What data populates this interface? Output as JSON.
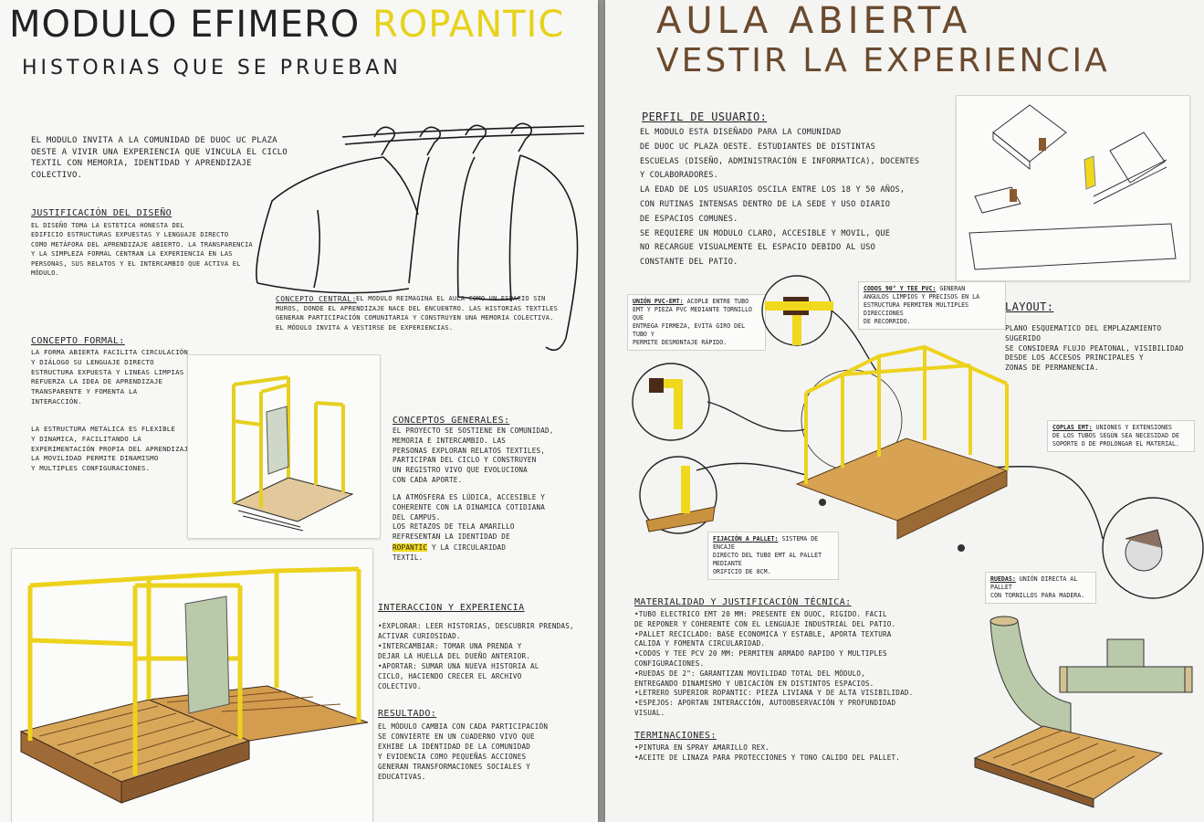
{
  "left": {
    "title_a": "MODULO EFIMERO",
    "title_b": "ROPANTIC",
    "subtitle": "HISTORIAS QUE SE PRUEBAN",
    "intro": "EL MODULO INVITA A LA COMUNIDAD DE DUOC UC PLAZA\nOESTE A VIVIR UNA EXPERIENCIA QUE VINCULA EL CICLO\nTEXTIL CON MEMORIA, IDENTIDAD Y APRENDIZAJE\nCOLECTIVO.",
    "justificacion": {
      "heading": "JUSTIFICACIÓN DEL DISEÑO",
      "text": "EL DISEÑO TOMA LA ESTETICA HONESTA DEL\nEDIFICIO ESTRUCTURAS EXPUESTAS Y LENGUAJE DIRECTO\nCOMO METÁFORA DEL APRENDIZAJE ABIERTO. LA TRANSPARENCIA\nY LA SIMPLEZA FORMAL CENTRAN LA EXPERIENCIA EN LAS\nPERSONAS, SUS RELATOS Y EL INTERCAMBIO QUE ACTIVA EL\nMÓDULO."
    },
    "concepto_central": {
      "heading": "CONCEPTO CENTRAL:",
      "text": "EL MODULO REIMAGINA EL AULA COMO UN ESPACIO SIN\nMUROS, DONDE EL APRENDIZAJE NACE DEL ENCUENTRO. LAS HISTORIAS TEXTILES\nGENERAN PARTICIPACIÓN COMUNITARIA Y CONSTRUYEN UNA MEMORIA COLECTIVA.\nEL MÓDULO INVITA A VESTIRSE DE EXPERIENCIAS."
    },
    "concepto_formal": {
      "heading": "CONCEPTO FORMAL:",
      "text": "LA FORMA ABIERTA FACILITA CIRCULACIÓN\nY DIÁLOGO SU LENGUAJE DIRECTO\nESTRUCTURA EXPUESTA Y LINEAS LIMPIAS\nREFUERZA LA IDEA DE APRENDIZAJE\nTRANSPARENTE Y FOMENTA LA\nINTERACCIÓN.",
      "text2": "LA ESTRUCTURA METALICA ES FLEXIBLE\nY DINAMICA, FACILITANDO LA\nEXPERIMENTACIÓN PROPIA DEL APRENDIZAJE\nLA MOVILIDAD PERMITE DINAMISMO\nY MULTIPLES CONFIGURACIONES."
    },
    "conceptos_generales": {
      "heading": "CONCEPTOS GENERALES:",
      "text": "EL PROYECTO SE SOSTIENE EN COMUNIDAD,\nMEMORIA E INTERCAMBIO. LAS\nPERSONAS EXPLORAN RELATOS TEXTILES,\nPARTICIPAN DEL CICLO Y CONSTRUYEN\nUN REGISTRO VIVO QUE EVOLUCIONA\nCON CADA APORTE.",
      "text2": "LA ATMÓSFERA ES LÚDICA, ACCESIBLE Y\nCOHERENTE CON LA DINAMICA COTIDIANA\nDEL CAMPUS.\nLOS RETAZOS DE TELA AMARILLO\nREFRESENTAN LA IDENTIDAD DE",
      "brand": "ROPANTIC",
      "text3": "Y LA CIRCULARIDAD\nTEXTIL."
    },
    "interaccion": {
      "heading": "INTERACCION Y EXPERIENCIA",
      "text": "•EXPLORAR: LEER HISTORIAS, DESCUBRIR PRENDAS,\n  ACTIVAR CURIOSIDAD.\n•INTERCAMBIAR: TOMAR UNA PRENDA Y\n  DEJAR LA HUELLA DEL DUEÑO ANTERIOR.\n•APORTAR: SUMAR UNA NUEVA HISTORIA AL\n  CICLO, HACIENDO CRECER EL ARCHIVO\n  COLECTIVO."
    },
    "resultado": {
      "heading": "RESULTADO:",
      "text": "EL MÓDULO CAMBIA CON CADA PARTICIPACIÓN\nSE CONVIERTE EN UN CUADERNO VIVO QUE\nEXHIBE LA IDENTIDAD DE LA COMUNIDAD\nY EVIDENCIA COMO PEQUEÑAS ACCIONES\nGENERAN TRANSFORMACIONES SOCIALES Y\nEDUCATIVAS."
    }
  },
  "right": {
    "title_a": "AULA ABIERTA",
    "title_b": "VESTIR LA EXPERIENCIA",
    "perfil": {
      "heading": "PERFIL DE USUARIO:",
      "text": "EL MODULO ESTA DISEÑADO PARA LA COMUNIDAD\nDE DUOC UC PLAZA OESTE. ESTUDIANTES DE DISTINTAS\nESCUELAS (DISEÑO, ADMINISTRACIÓN E INFORMATICA), DOCENTES\nY COLABORADORES.\nLA EDAD DE LOS USUARIOS OSCILA ENTRE LOS 18 Y 50 AÑOS,\nCON RUTINAS INTENSAS DENTRO DE LA SEDE Y USO DIARIO\nDE ESPACIOS COMUNES.\nSE REQUIERE UN MODULO CLARO, ACCESIBLE Y MOVIL, QUE\nNO RECARGUE VISUALMENTE EL ESPACIO DEBIDO AL USO\nCONSTANTE DEL PATIO."
    },
    "layout": {
      "heading": "LAYOUT:",
      "text": "PLANO ESQUEMATICO DEL EMPLAZAMIENTO\nSUGERIDO\nSE CONSIDERA FLUJO PEATONAL, VISIBILIDAD\nDESDE LOS ACCESOS PRINCIPALES Y\nZONAS DE PERMANENCIA."
    },
    "callouts": {
      "union_head": "UNIÓN PVC-EMT:",
      "union": "ACOPLE ENTRE TUBO\nEMT Y PIEZA PVC MEDIANTE TORNILLO QUE\nENTREGA FIRMEZA, EVITA GIRO DEL TUBO Y\nPERMITE DESMONTAJE RÁPIDO.",
      "codos_head": "CODOS 90° Y TEE PVC:",
      "codos": "GENERAN\nANGULOS LIMPIOS Y PRECISOS EN LA\nESTRUCTURA PERMITEN MULTIPLES DIRECCIONES\nDE RECORRIDO.",
      "coplas_head": "COPLAS EMT:",
      "coplas": "UNIONES Y EXTENSIONES\nDE LOS TUBOS SEGÚN SEA NECESIDAD DE\nSOPORTE O DE PROLONGAR EL MATERIAL.",
      "fijacion_head": "FIJACIÓN A PALLET:",
      "fijacion": "SISTEMA DE ENCAJE\nDIRECTO DEL TUBO EMT AL PALLET MEDIANTE\nORIFICIO DE 8CM.",
      "ruedas_head": "RUEDAS:",
      "ruedas": "UNIÓN DIRECTA AL PALLET\nCON TORNILLOS PARA MADERA."
    },
    "materialidad": {
      "heading": "MATERIALIDAD Y JUSTIFICACIÓN TÉCNICA:",
      "text": "•TUBO ELECTRICO EMT 20 MM: PRESENTE EN DUOC, RIGIDO. FACIL\n  DE REPONER Y COHERENTE CON EL LENGUAJE INDUSTRIAL DEL PATIO.\n•PALLET RECICLADO: BASE ECONOMICA Y ESTABLE, APORTA TEXTURA\n  CALIDA Y FOMENTA CIRCULARIDAD.\n•CODOS Y TEE PCV 20 MM: PERMITEN ARMADO RAPIDO Y MULTIPLES\n  CONFIGURACIONES.\n•RUEDAS DE 2\": GARANTIZAN MOVILIDAD TOTAL DEL MÓDULO,\n  ENTREGANDO DINAMISMO Y UBICACIÓN EN DISTINTOS ESPACIOS.\n•LETRERO SUPERIOR ROPANTIC: PIEZA LIVIANA Y DE ALTA VISIBILIDAD.\n•ESPEJOS: APORTAN INTERACCIÓN, AUTOOBSERVACIÓN Y PROFUNDIDAD\n  VISUAL."
    },
    "terminaciones": {
      "heading": "TERMINACIONES:",
      "text": "•PINTURA EN SPRAY AMARILLO REX.\n•ACEITE DE LINAZA PARA PROTECCIONES Y TONO CALIDO DEL PALLET."
    }
  },
  "colors": {
    "yellow": "#f0d81c",
    "brown": "#6b4a2e",
    "wood": "#d9a75a",
    "green": "#b9c9a9"
  }
}
